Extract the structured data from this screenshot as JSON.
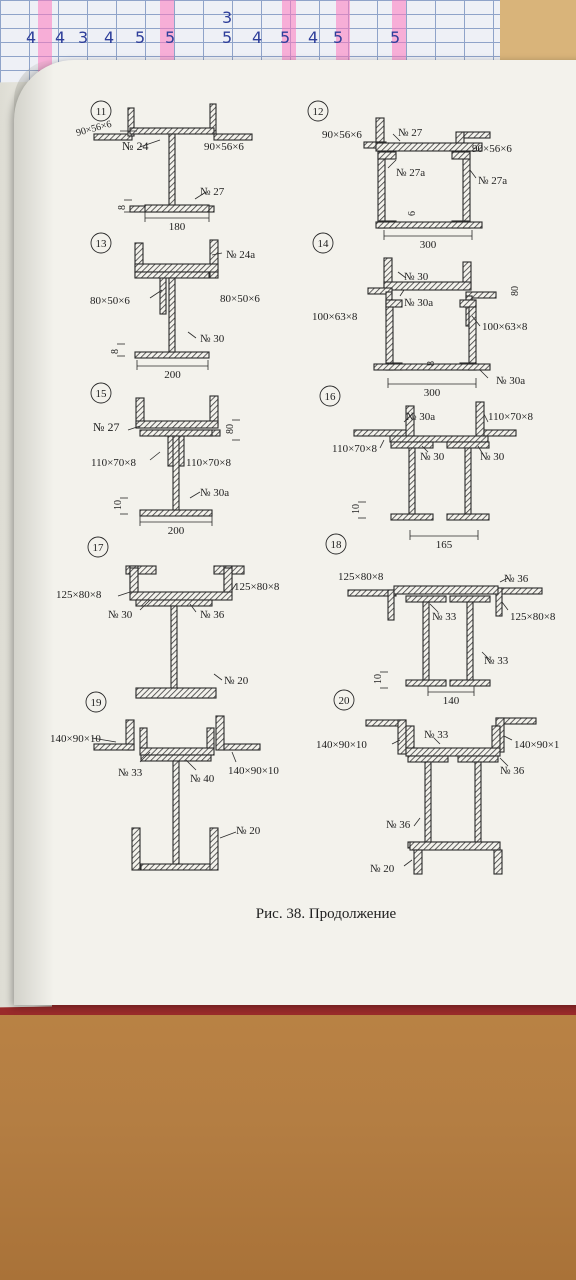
{
  "caption": "Рис. 38. Продолжение",
  "notebook": {
    "digits": [
      "4",
      "4",
      "3",
      "4",
      "5",
      "5",
      "3",
      "5",
      "4",
      "5",
      "4",
      "5",
      "5"
    ]
  },
  "colors": {
    "ink": "#2a2a2a",
    "hatch": "#3a3a3a",
    "page": "#f3f2ec"
  },
  "figures": [
    {
      "number": "11",
      "labels": [
        "90×56×6",
        "№ 24",
        "90×56×6",
        "№ 27",
        "8",
        "180"
      ]
    },
    {
      "number": "12",
      "labels": [
        "90×56×6",
        "№ 27",
        "90×56×6",
        "№ 27а",
        "№ 27а",
        "6",
        "300"
      ]
    },
    {
      "number": "13",
      "labels": [
        "№ 24а",
        "80×50×6",
        "80×50×6",
        "№ 30",
        "8",
        "200"
      ]
    },
    {
      "number": "14",
      "labels": [
        "№ 30",
        "№ 30а",
        "80",
        "100×63×8",
        "100×63×8",
        "8",
        "300",
        "№ 30а"
      ]
    },
    {
      "number": "15",
      "labels": [
        "№ 27",
        "80",
        "110×70×8",
        "110×70×8",
        "№ 30а",
        "10",
        "200"
      ]
    },
    {
      "number": "16",
      "labels": [
        "№ 30а",
        "110×70×8",
        "110×70×8",
        "№ 30",
        "№ 30",
        "10",
        "165"
      ]
    },
    {
      "number": "17",
      "labels": [
        "125×80×8",
        "125×80×8",
        "№ 30",
        "№ 36",
        "№ 20"
      ]
    },
    {
      "number": "18",
      "labels": [
        "125×80×8",
        "№ 36",
        "№ 33",
        "125×80×8",
        "№ 33",
        "10",
        "140"
      ]
    },
    {
      "number": "19",
      "labels": [
        "140×90×10",
        "№ 33",
        "№ 40",
        "140×90×10",
        "№ 20"
      ]
    },
    {
      "number": "20",
      "labels": [
        "140×90×10",
        "№ 33",
        "140×90×1",
        "№ 36",
        "№ 36",
        "№ 20"
      ]
    }
  ]
}
